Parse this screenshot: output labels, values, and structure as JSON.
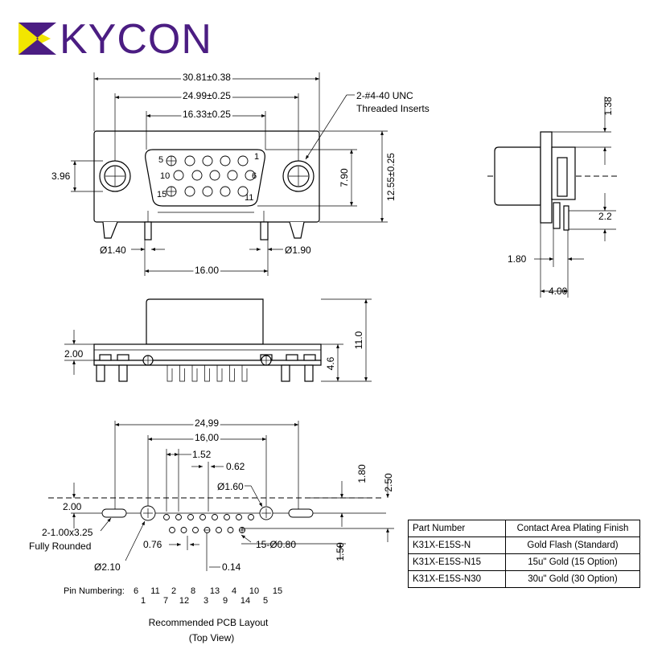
{
  "brand": {
    "name": "KYCON",
    "color": "#4b1d82",
    "accent": "#f2e600"
  },
  "front_view": {
    "overall_width": "30.81±0.38",
    "mounting_hole_spacing": "24.99±0.25",
    "shell_width": "16.33±0.25",
    "hole_offset": "3.96",
    "shell_height": "7.90",
    "overall_height": "12.55±0.25",
    "insert_note_line1": "2-#4-40 UNC",
    "insert_note_line2": "Threaded Inserts",
    "pin_labels": {
      "p1": "1",
      "p5": "5",
      "p6": "6",
      "p10": "10",
      "p11": "11",
      "p15": "15"
    },
    "post_dia_left": "Ø1.40",
    "post_dia_right": "Ø1.90",
    "post_spacing": "16.00"
  },
  "side_view": {
    "top_dim": "1.38",
    "lead_dim": "2.2",
    "offset_dim": "1.80",
    "depth_dim": "4.00"
  },
  "bottom_view": {
    "flange_dim": "2.00",
    "total_height": "11.0",
    "board_dim": "4.6"
  },
  "pcb_layout": {
    "hole_spacing": "24,99",
    "post_spacing": "16,00",
    "pin_pitch": "1.52",
    "row_offset": "0.62",
    "post_hole": "Ø1.60",
    "top_dim": "1.80",
    "total_dim": "2.50",
    "left_dim": "2.00",
    "slot_note_line1": "2-1.00x3.25",
    "slot_note_line2": "Fully Rounded",
    "pin_pitch_half": "0.76",
    "pin_holes": "15-Ø0.80",
    "row_spacing": "1.50",
    "offset_small": "0.14",
    "left_hole": "Ø2.10",
    "numbering_label": "Pin Numbering:",
    "numbering_top": [
      "6",
      "11",
      "2",
      "8",
      "13",
      "4",
      "10",
      "15"
    ],
    "numbering_bottom": [
      "1",
      "7",
      "12",
      "3",
      "9",
      "14",
      "5"
    ],
    "caption_line1": "Recommended PCB Layout",
    "caption_line2": "(Top View)"
  },
  "spec_table": {
    "headers": [
      "Part Number",
      "Contact Area Plating Finish"
    ],
    "rows": [
      [
        "K31X-E15S-N",
        "Gold Flash (Standard)"
      ],
      [
        "K31X-E15S-N15",
        "15u\" Gold (15 Option)"
      ],
      [
        "K31X-E15S-N30",
        "30u\" Gold (30 Option)"
      ]
    ]
  }
}
